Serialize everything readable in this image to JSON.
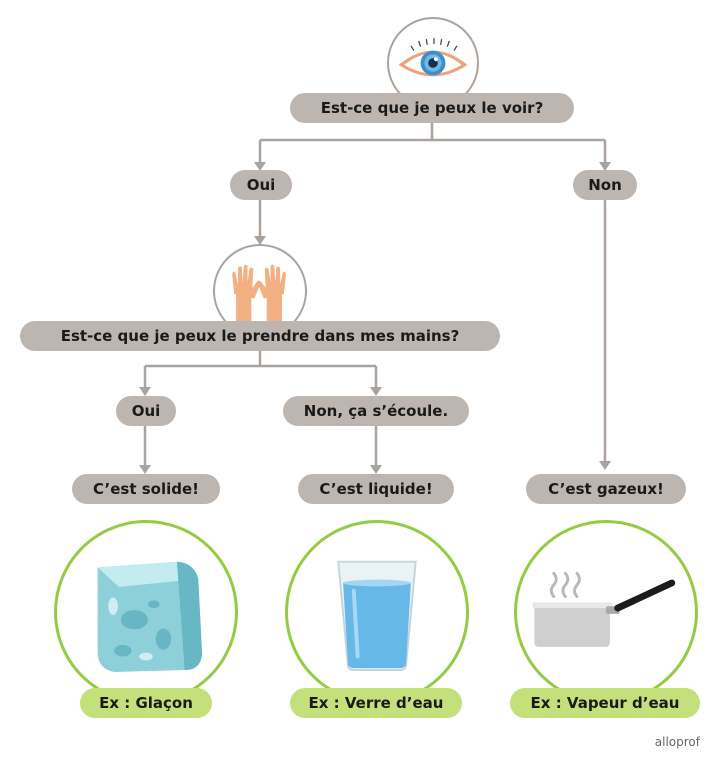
{
  "q1": {
    "text": "Est-ce que je peux le voir?",
    "icon": "eye-icon"
  },
  "q1_yes": "Oui",
  "q1_no": "Non",
  "q2": {
    "text": "Est-ce que je peux le prendre dans mes mains?",
    "icon": "hands-icon"
  },
  "q2_yes": "Oui",
  "q2_no": "Non, ça s’écoule.",
  "results": {
    "solid": "C’est solide!",
    "liquid": "C’est liquide!",
    "gas": "C’est gazeux!"
  },
  "examples": [
    {
      "label": "Ex : Glaçon",
      "icon": "ice-cube-icon"
    },
    {
      "label": "Ex : Verre d’eau",
      "icon": "water-glass-icon"
    },
    {
      "label": "Ex : Vapeur d’eau",
      "icon": "steaming-pot-icon"
    }
  ],
  "brand": "alloprof",
  "colors": {
    "pill_gray": "#bdb6b0",
    "pill_green": "#c4e07a",
    "circle_green": "#93cb45",
    "connector": "#aaa39d"
  }
}
